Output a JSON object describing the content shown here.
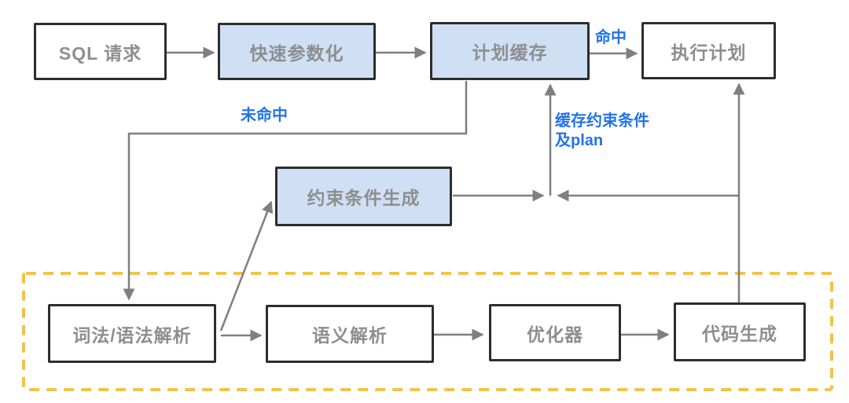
{
  "diagram": {
    "nodes": {
      "sql_request": {
        "label": "SQL 请求",
        "highlighted": false
      },
      "fast_param": {
        "label": "快速参数化",
        "highlighted": true
      },
      "plan_cache": {
        "label": "计划缓存",
        "highlighted": true
      },
      "exec_plan": {
        "label": "执行计划",
        "highlighted": false
      },
      "constraint_gen": {
        "label": "约束条件生成",
        "highlighted": true
      },
      "lexer_parser": {
        "label": "词法/语法解析",
        "highlighted": false
      },
      "semantic_parse": {
        "label": "语义解析",
        "highlighted": false
      },
      "optimizer": {
        "label": "优化器",
        "highlighted": false
      },
      "code_gen": {
        "label": "代码生成",
        "highlighted": false
      }
    },
    "edge_labels": {
      "hit": "命中",
      "miss": "未命中",
      "cache_note_line1": "缓存约束条件",
      "cache_note_line2": "及plan"
    },
    "edges": [
      {
        "from": "sql_request",
        "to": "fast_param",
        "label": ""
      },
      {
        "from": "fast_param",
        "to": "plan_cache",
        "label": ""
      },
      {
        "from": "plan_cache",
        "to": "exec_plan",
        "label": "命中"
      },
      {
        "from": "plan_cache",
        "to": "lexer_parser",
        "label": "未命中"
      },
      {
        "from": "lexer_parser",
        "to": "constraint_gen",
        "label": ""
      },
      {
        "from": "constraint_gen",
        "to": "plan_cache",
        "label": "缓存约束条件及plan"
      },
      {
        "from": "code_gen",
        "to": "plan_cache",
        "label": "缓存约束条件及plan"
      },
      {
        "from": "code_gen",
        "to": "exec_plan",
        "label": ""
      },
      {
        "from": "lexer_parser",
        "to": "semantic_parse",
        "label": ""
      },
      {
        "from": "semantic_parse",
        "to": "optimizer",
        "label": ""
      },
      {
        "from": "optimizer",
        "to": "code_gen",
        "label": ""
      }
    ],
    "colors": {
      "highlight_fill": "#cfe0f5",
      "box_border": "#2d2d2d",
      "box_text": "#8e8e8e",
      "blue_label": "#2273e8",
      "arrow": "#7f7f7f",
      "dashed_border": "#f2c24d",
      "background": "#ffffff"
    }
  }
}
